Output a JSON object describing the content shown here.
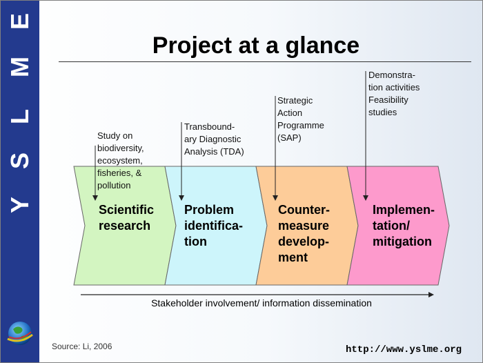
{
  "sidebar": {
    "letters": [
      "E",
      "M",
      "L",
      "S",
      "Y"
    ],
    "color": "#233a8e"
  },
  "title": "Project at a glance",
  "stages": [
    {
      "label": "Scientific research",
      "lines": [
        "Scientific",
        "research"
      ],
      "color": "#d3f5c1"
    },
    {
      "label": "Problem identification",
      "lines": [
        "Problem",
        "identifica-",
        "tion"
      ],
      "color": "#cdf5fb"
    },
    {
      "label": "Countermeasure development",
      "lines": [
        "Counter-",
        "measure",
        "develop-",
        "ment"
      ],
      "color": "#fdcc99"
    },
    {
      "label": "Implementation/ mitigation",
      "lines": [
        "Implemen-",
        "tation/",
        "mitigation"
      ],
      "color": "#fd9acc"
    }
  ],
  "notes": [
    {
      "lines": [
        "Study on",
        "biodiversity,",
        "ecosystem,",
        "fisheries, &",
        "pollution"
      ]
    },
    {
      "lines": [
        "Transbound-",
        "ary Diagnostic",
        "Analysis (TDA)"
      ]
    },
    {
      "lines": [
        "Strategic",
        "Action",
        "Programme",
        "(SAP)"
      ]
    },
    {
      "lines": [
        "Demonstra-",
        "tion activities",
        "Feasibility",
        "studies"
      ]
    }
  ],
  "stakeholder_text": "Stakeholder involvement/ information dissemination",
  "source": "Source: Li, 2006",
  "url": "http://www.yslme.org"
}
